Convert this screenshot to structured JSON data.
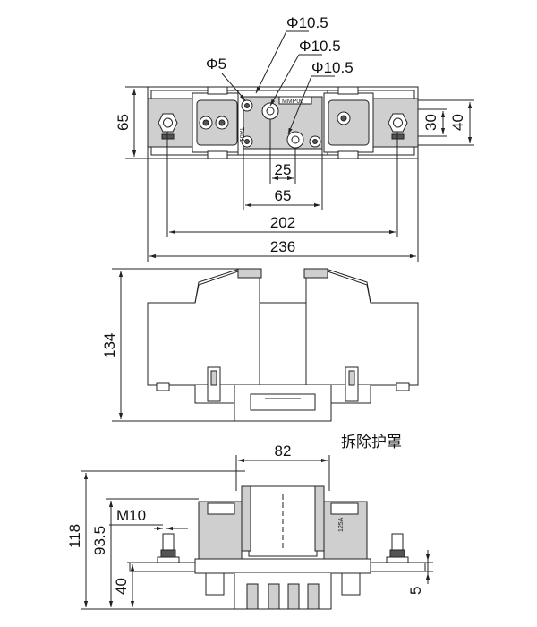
{
  "top_view": {
    "phi_upper": "Φ10.5",
    "phi_middle": "Φ10.5",
    "phi_lower": "Φ10.5",
    "phi_small": "Φ5",
    "dim_height": "65",
    "dim_30": "30",
    "dim_40": "40",
    "dim_25": "25",
    "dim_65": "65",
    "dim_202": "202",
    "dim_236": "236"
  },
  "side_view": {
    "dim_height": "134"
  },
  "front_view": {
    "caption": "拆除护罩",
    "dim_82": "82",
    "dim_118": "118",
    "dim_93_5": "93.5",
    "dim_40": "40",
    "dim_m10": "M10",
    "dim_5": "5"
  }
}
